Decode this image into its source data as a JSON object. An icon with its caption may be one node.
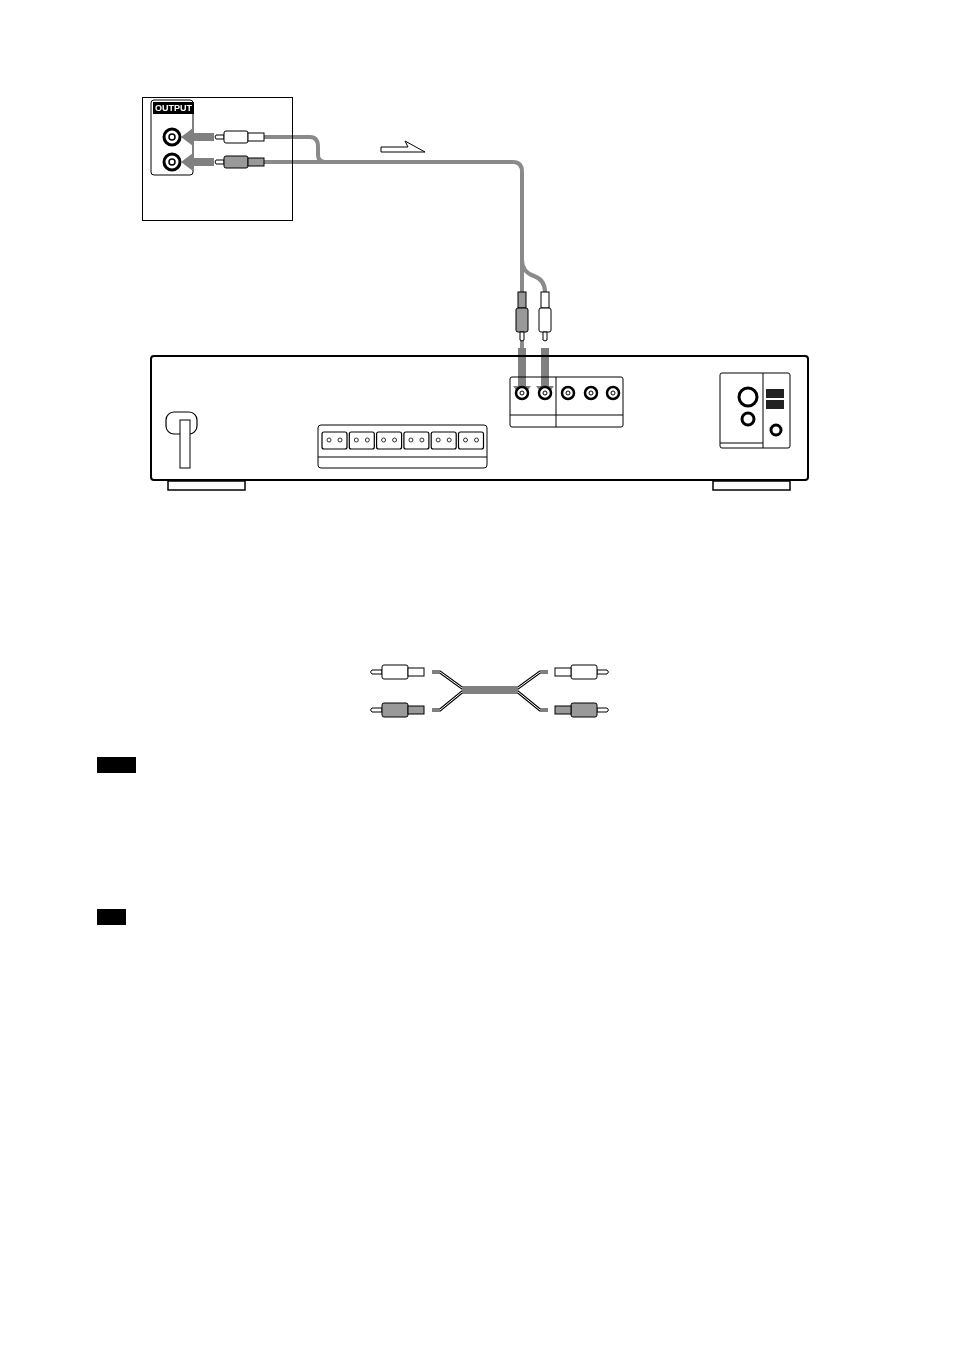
{
  "diagram": {
    "nodes": [
      {
        "text": [
          "OUTPUT"
        ]
      },
      {
        "text": [],
        "shape": "box"
      }
    ],
    "edges": [
      {
        "from": 0,
        "to": 1,
        "arrow": "none"
      }
    ]
  }
}
